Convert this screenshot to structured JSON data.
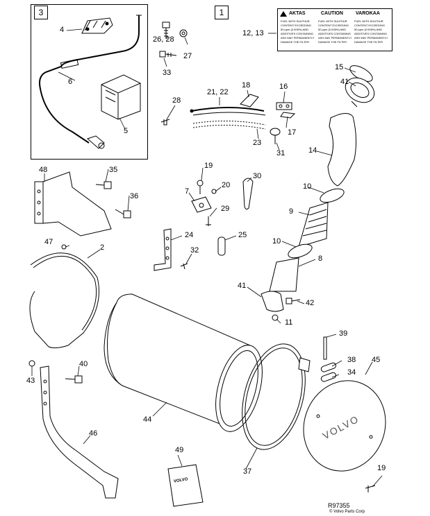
{
  "boxes": {
    "inset_3": "3",
    "main_1": "1"
  },
  "warning_label": {
    "headings": [
      "AKTAS",
      "CAUTION",
      "VAROKAA"
    ],
    "lines": [
      "FUEL WITH SULPHUR",
      "CONTENT EXCEEDING",
      "50 ppm (0.005%) AND",
      "ADDITIVES CONTAINING",
      "ASH MAY PERMANENTLY",
      "DAMAGE THE FILTER"
    ]
  },
  "callouts": {
    "c4": "4",
    "c6": "6",
    "c5": "5",
    "c26_28": "26, 28",
    "c27": "27",
    "c33": "33",
    "c28": "28",
    "c12_13": "12, 13",
    "c15": "15",
    "c41a": "41",
    "c21_22": "21, 22",
    "c18": "18",
    "c16": "16",
    "c17": "17",
    "c23": "23",
    "c31": "31",
    "c14": "14",
    "c48": "48",
    "c35": "35",
    "c36": "36",
    "c19a": "19",
    "c7": "7",
    "c20": "20",
    "c30": "30",
    "c10a": "10",
    "c29": "29",
    "c9": "9",
    "c47": "47",
    "c2": "2",
    "c24": "24",
    "c25": "25",
    "c10b": "10",
    "c32": "32",
    "c8": "8",
    "c41b": "41",
    "c42": "42",
    "c11": "11",
    "c39": "39",
    "c38": "38",
    "c45": "45",
    "c34": "34",
    "c43": "43",
    "c40": "40",
    "c44": "44",
    "c46": "46",
    "c49": "49",
    "c37": "37",
    "c19b": "19"
  },
  "booklet_brand": "VOLVO",
  "cover_brand": "VOLVO",
  "reference": "R97355",
  "copyright": "© Volvo Parts Corp"
}
